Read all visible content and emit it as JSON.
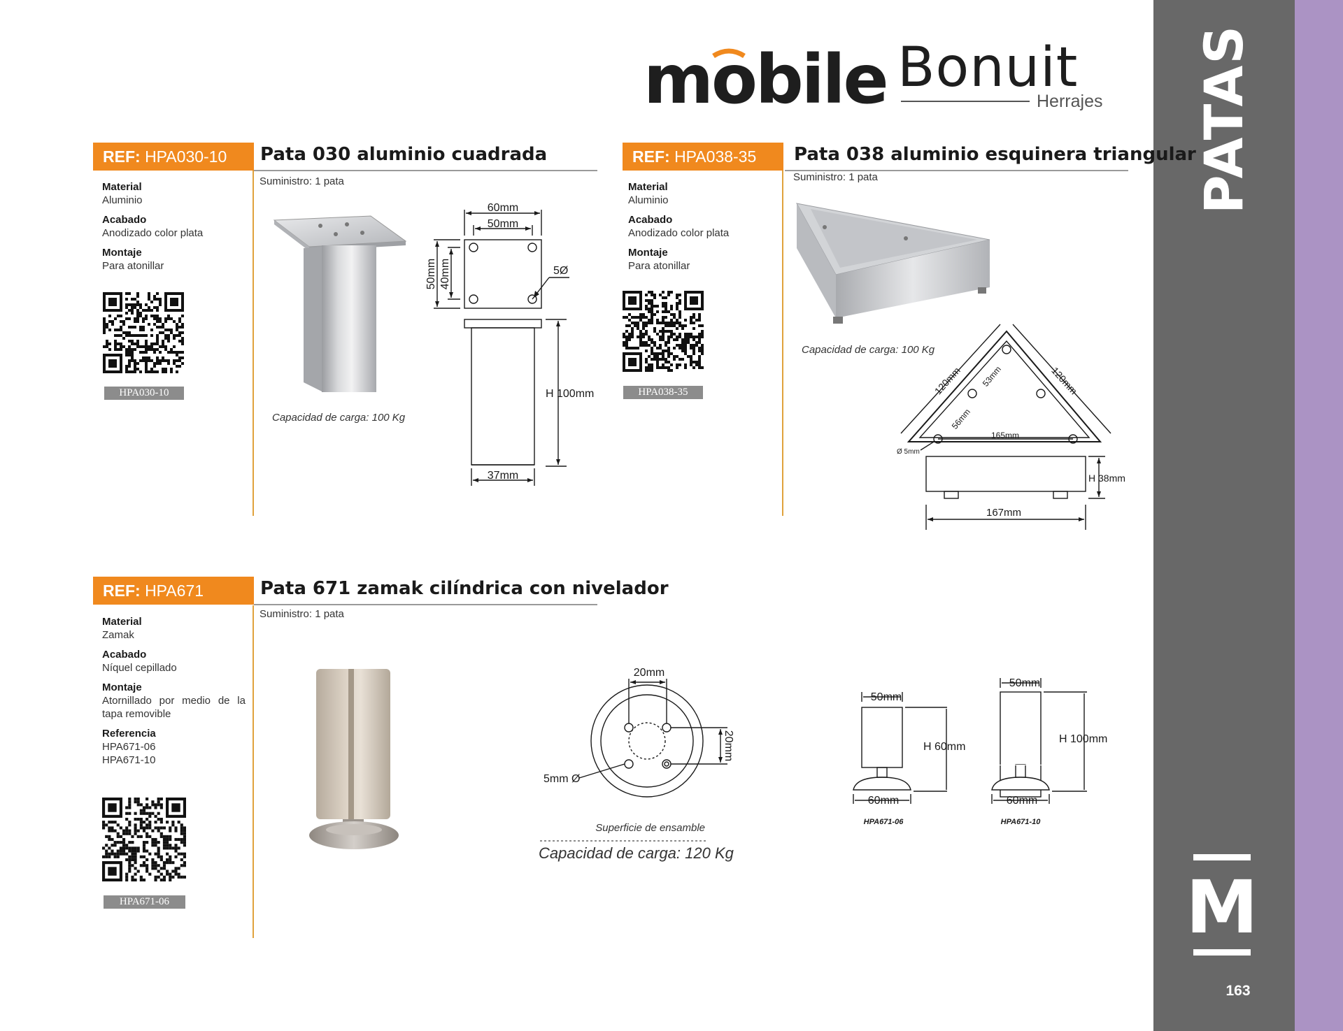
{
  "header": {
    "brand_mobile": "mobile",
    "brand_bonuit": "Bonuit",
    "brand_herrajes": "Herrajes"
  },
  "sidebar": {
    "section_title": "PATAS",
    "section_letter": "M",
    "page_number": "163",
    "colors": {
      "band": "#686868",
      "accent": "#ab93c4"
    }
  },
  "accent_color": "#f0891e",
  "products": [
    {
      "ref_prefix": "REF:",
      "ref_code": "HPA030-10",
      "title": "Pata 030 aluminio cuadrada",
      "supply": "Suministro: 1 pata",
      "specs": [
        {
          "label": "Material",
          "value": "Aluminio"
        },
        {
          "label": "Acabado",
          "value": "Anodizado color plata"
        },
        {
          "label": "Montaje",
          "value": "Para atonillar"
        }
      ],
      "qr_label": "HPA030-10",
      "capacity": "Capacidad de carga: 100 Kg",
      "dims": {
        "top_outer": "60mm",
        "top_inner": "50mm",
        "side_outer": "50mm",
        "side_inner": "40mm",
        "hole": "5Ø",
        "height": "H 100mm",
        "base": "37mm"
      }
    },
    {
      "ref_prefix": "REF:",
      "ref_code": "HPA038-35",
      "title": "Pata 038 aluminio esquinera triangular",
      "supply": "Suministro: 1 pata",
      "specs": [
        {
          "label": "Material",
          "value": "Aluminio"
        },
        {
          "label": "Acabado",
          "value": "Anodizado color plata"
        },
        {
          "label": "Montaje",
          "value": "Para atonillar"
        }
      ],
      "qr_label": "HPA038-35",
      "capacity": "Capacidad de carga: 100 Kg",
      "dims": {
        "left_side": "120mm",
        "right_side": "120mm",
        "inner_left": "56mm",
        "inner_right": "53mm",
        "bottom_inner": "165mm",
        "hole": "Ø 5mm",
        "height": "H 38mm",
        "width": "167mm"
      }
    },
    {
      "ref_prefix": "REF:",
      "ref_code": "HPA671",
      "title": "Pata 671 zamak cilíndrica con nivelador",
      "supply": "Suministro: 1 pata",
      "specs": [
        {
          "label": "Material",
          "value": "Zamak"
        },
        {
          "label": "Acabado",
          "value": "Níquel cepillado"
        },
        {
          "label": "Montaje",
          "value": "Atornillado por medio de la tapa removible"
        },
        {
          "label": "Referencia",
          "value": "HPA671-06"
        },
        {
          "label": "",
          "value": "HPA671-10"
        }
      ],
      "qr_label": "HPA671-06",
      "surface_label": "Superficie de ensamble",
      "capacity": "Capacidad de carga: 120 Kg",
      "dims": {
        "top": "20mm",
        "side": "20mm",
        "hole": "5mm Ø",
        "a_top": "50mm",
        "a_height": "H 60mm",
        "a_base": "60mm",
        "a_code": "HPA671-06",
        "b_top": "50mm",
        "b_height": "H 100mm",
        "b_base": "60mm",
        "b_code": "HPA671-10"
      }
    }
  ]
}
